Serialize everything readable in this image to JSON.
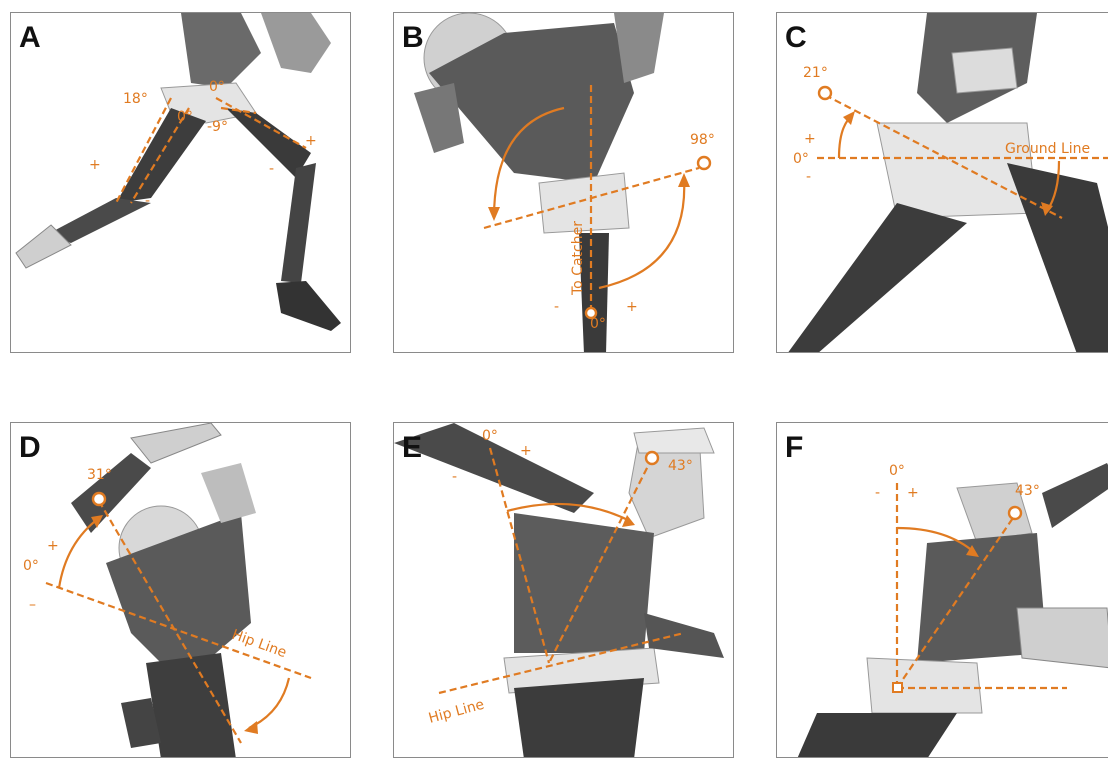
{
  "colors": {
    "annotation": "#e07b22",
    "border": "#8a8a8a",
    "figure_dark": "#3a3a3a",
    "figure_light": "#d8d8d8"
  },
  "panels": [
    {
      "letter": "A",
      "labels": {
        "a1": "18°",
        "a2": "0°",
        "a3": "0°",
        "a4": "-9°",
        "plus_left": "+",
        "minus_left": "-",
        "plus_right": "+",
        "minus_right": "-"
      }
    },
    {
      "letter": "B",
      "labels": {
        "angle": "98°",
        "zero": "0°",
        "minus": "-",
        "plus": "+",
        "to_catcher": "To Catcher"
      }
    },
    {
      "letter": "C",
      "labels": {
        "angle": "21°",
        "zero": "0°",
        "plus": "+",
        "minus": "-",
        "ground": "Ground Line"
      }
    },
    {
      "letter": "D",
      "labels": {
        "angle": "31°",
        "zero": "0°",
        "plus": "+",
        "minus": "–",
        "hip": "Hip Line"
      }
    },
    {
      "letter": "E",
      "labels": {
        "zero": "0°",
        "plus": "+",
        "minus": "-",
        "angle": "43°",
        "hip": "Hip Line"
      }
    },
    {
      "letter": "F",
      "labels": {
        "zero": "0°",
        "minus": "-",
        "plus": "+",
        "angle": "43°"
      }
    }
  ]
}
